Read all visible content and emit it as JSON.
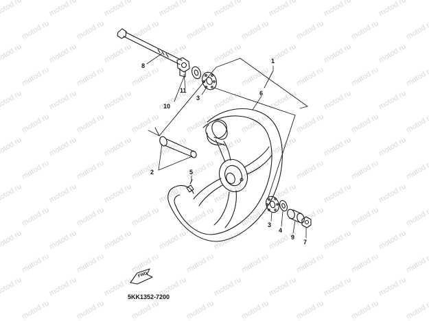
{
  "watermark": "motod.ru",
  "drawing_code": "5KK1352-7200",
  "fwd_label": "FWD",
  "callouts": [
    {
      "id": "c1",
      "text": "1"
    },
    {
      "id": "c2",
      "text": "2"
    },
    {
      "id": "c3a",
      "text": "3"
    },
    {
      "id": "c3b",
      "text": "3"
    },
    {
      "id": "c4",
      "text": "4"
    },
    {
      "id": "c5",
      "text": "5"
    },
    {
      "id": "c6",
      "text": "6"
    },
    {
      "id": "c7",
      "text": "7"
    },
    {
      "id": "c8",
      "text": "8"
    },
    {
      "id": "c9",
      "text": "9"
    },
    {
      "id": "c10",
      "text": "10"
    },
    {
      "id": "c11",
      "text": "11"
    }
  ],
  "colors": {
    "line": "#1a1a1a",
    "watermark": "#d8d8d8",
    "background": "#ffffff"
  }
}
